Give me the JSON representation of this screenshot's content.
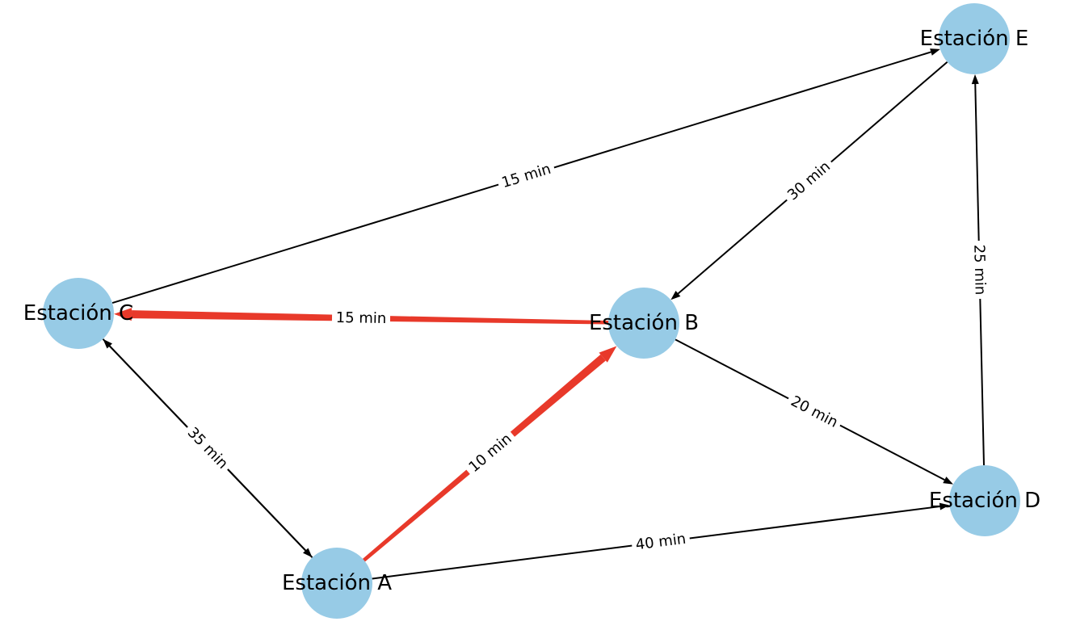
{
  "colors": {
    "node_fill": "#97cbe6",
    "edge": "#000000",
    "highlight": "#e8392a",
    "label_bg": "#ffffff"
  },
  "nodes": [
    {
      "id": "A",
      "label": "Estación A"
    },
    {
      "id": "B",
      "label": "Estación B"
    },
    {
      "id": "C",
      "label": "Estación C"
    },
    {
      "id": "D",
      "label": "Estación D"
    },
    {
      "id": "E",
      "label": "Estación E"
    }
  ],
  "edges": [
    {
      "from": "C",
      "to": "E",
      "label": "15 min",
      "highlight": false
    },
    {
      "from": "E",
      "to": "B",
      "label": "30 min",
      "highlight": false
    },
    {
      "from": "D",
      "to": "E",
      "label": "25 min",
      "highlight": false
    },
    {
      "from": "B",
      "to": "C",
      "label": "15 min",
      "highlight": true
    },
    {
      "from": "B",
      "to": "D",
      "label": "20 min",
      "highlight": false
    },
    {
      "from": "A",
      "to": "C",
      "label": "35 min",
      "highlight": false
    },
    {
      "from": "C",
      "to": "A",
      "label": "35 min",
      "highlight": false
    },
    {
      "from": "A",
      "to": "B",
      "label": "10 min",
      "highlight": true
    },
    {
      "from": "A",
      "to": "D",
      "label": "40 min",
      "highlight": false
    }
  ]
}
